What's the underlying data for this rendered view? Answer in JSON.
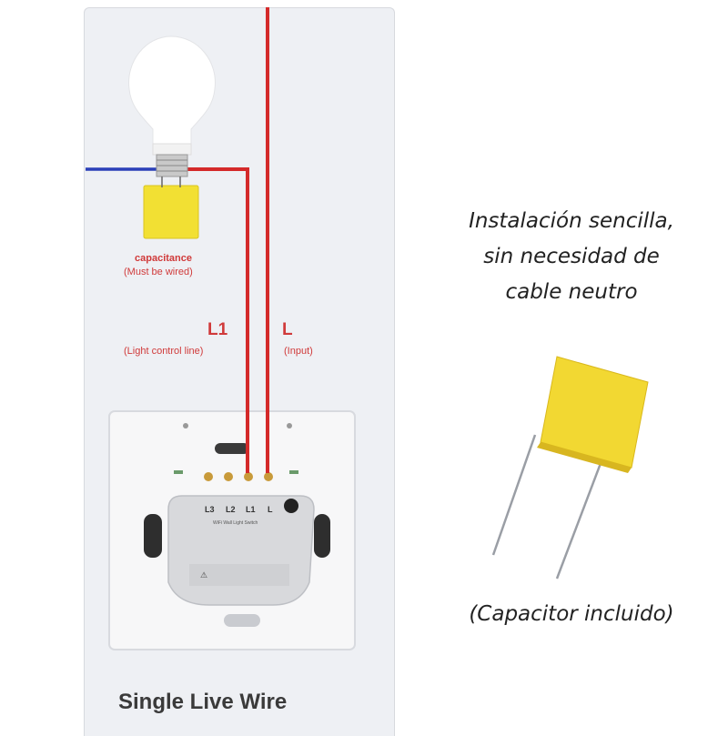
{
  "diagram": {
    "capacitance_label": "capacitance",
    "capacitance_note": "(Must be wired)",
    "l1_label": "L1",
    "l1_note": "(Light control line)",
    "l_label": "L",
    "l_note": "(Input)",
    "terminals": [
      "L3",
      "L2",
      "L1",
      "L"
    ],
    "switch_label": "WiFi Wall Light Switch",
    "footer": "Single Live Wire",
    "colors": {
      "live_wire": "#d42a2a",
      "neutral_wire": "#2a3fb8",
      "capacitor": "#f2d832"
    }
  },
  "caption": {
    "lines": [
      "Instalación sencilla,",
      "sin necesidad de",
      "cable neutro"
    ],
    "included": "(Capacitor incluido)"
  }
}
